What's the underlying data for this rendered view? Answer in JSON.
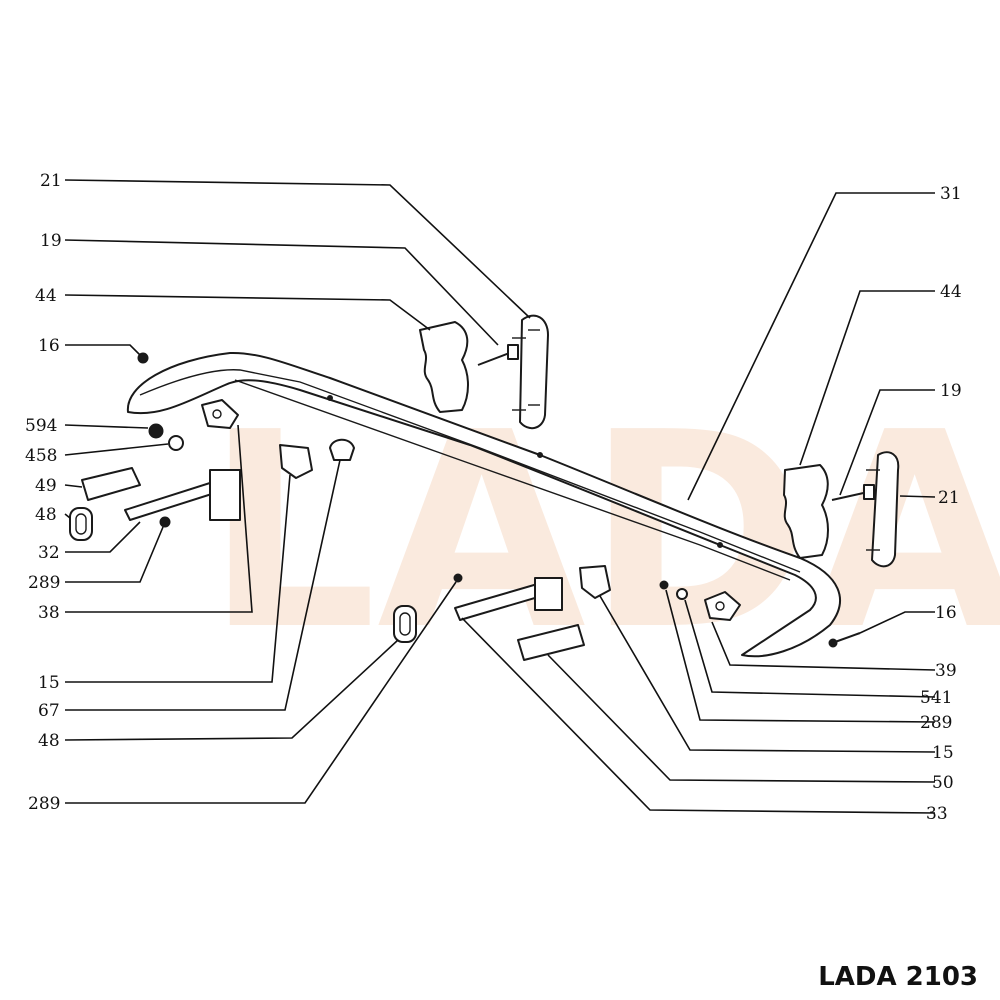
{
  "watermark": "LADA",
  "model_label": "LADA 2103",
  "callouts_left": [
    "21",
    "19",
    "44",
    "16",
    "594",
    "458",
    "49",
    "48",
    "32",
    "289",
    "38",
    "15",
    "67",
    "48",
    "289"
  ],
  "callouts_right": [
    "31",
    "44",
    "19",
    "21",
    "16",
    "39",
    "541",
    "289",
    "15",
    "50",
    "33"
  ]
}
